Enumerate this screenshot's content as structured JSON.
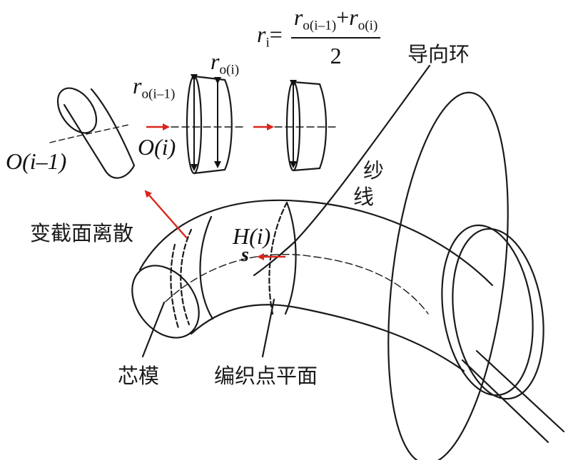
{
  "labels": {
    "guide_ring": "导向环",
    "yarn_1": "纱",
    "yarn_2": "线",
    "variable_section": "变截面离散",
    "mandrel": "芯模",
    "braiding_plane": "编织点平面"
  },
  "math": {
    "O_prev": "O(i–1)",
    "O_i": "O(i)",
    "H_i": "H(i)",
    "s": "s",
    "r_prev_main": "r",
    "r_prev_sub": "o(i–1)",
    "r_i_main": "r",
    "r_i_sub": "o(i)",
    "formula_lhs_main": "r",
    "formula_lhs_sub": "i",
    "formula_eq": "=",
    "num_a_main": "r",
    "num_a_sub": "o(i–1)",
    "num_plus": "+",
    "num_b_main": "r",
    "num_b_sub": "o(i)",
    "denominator": "2"
  },
  "colors": {
    "stroke": "#1a1a1a",
    "arrow_red": "#d9261c"
  }
}
